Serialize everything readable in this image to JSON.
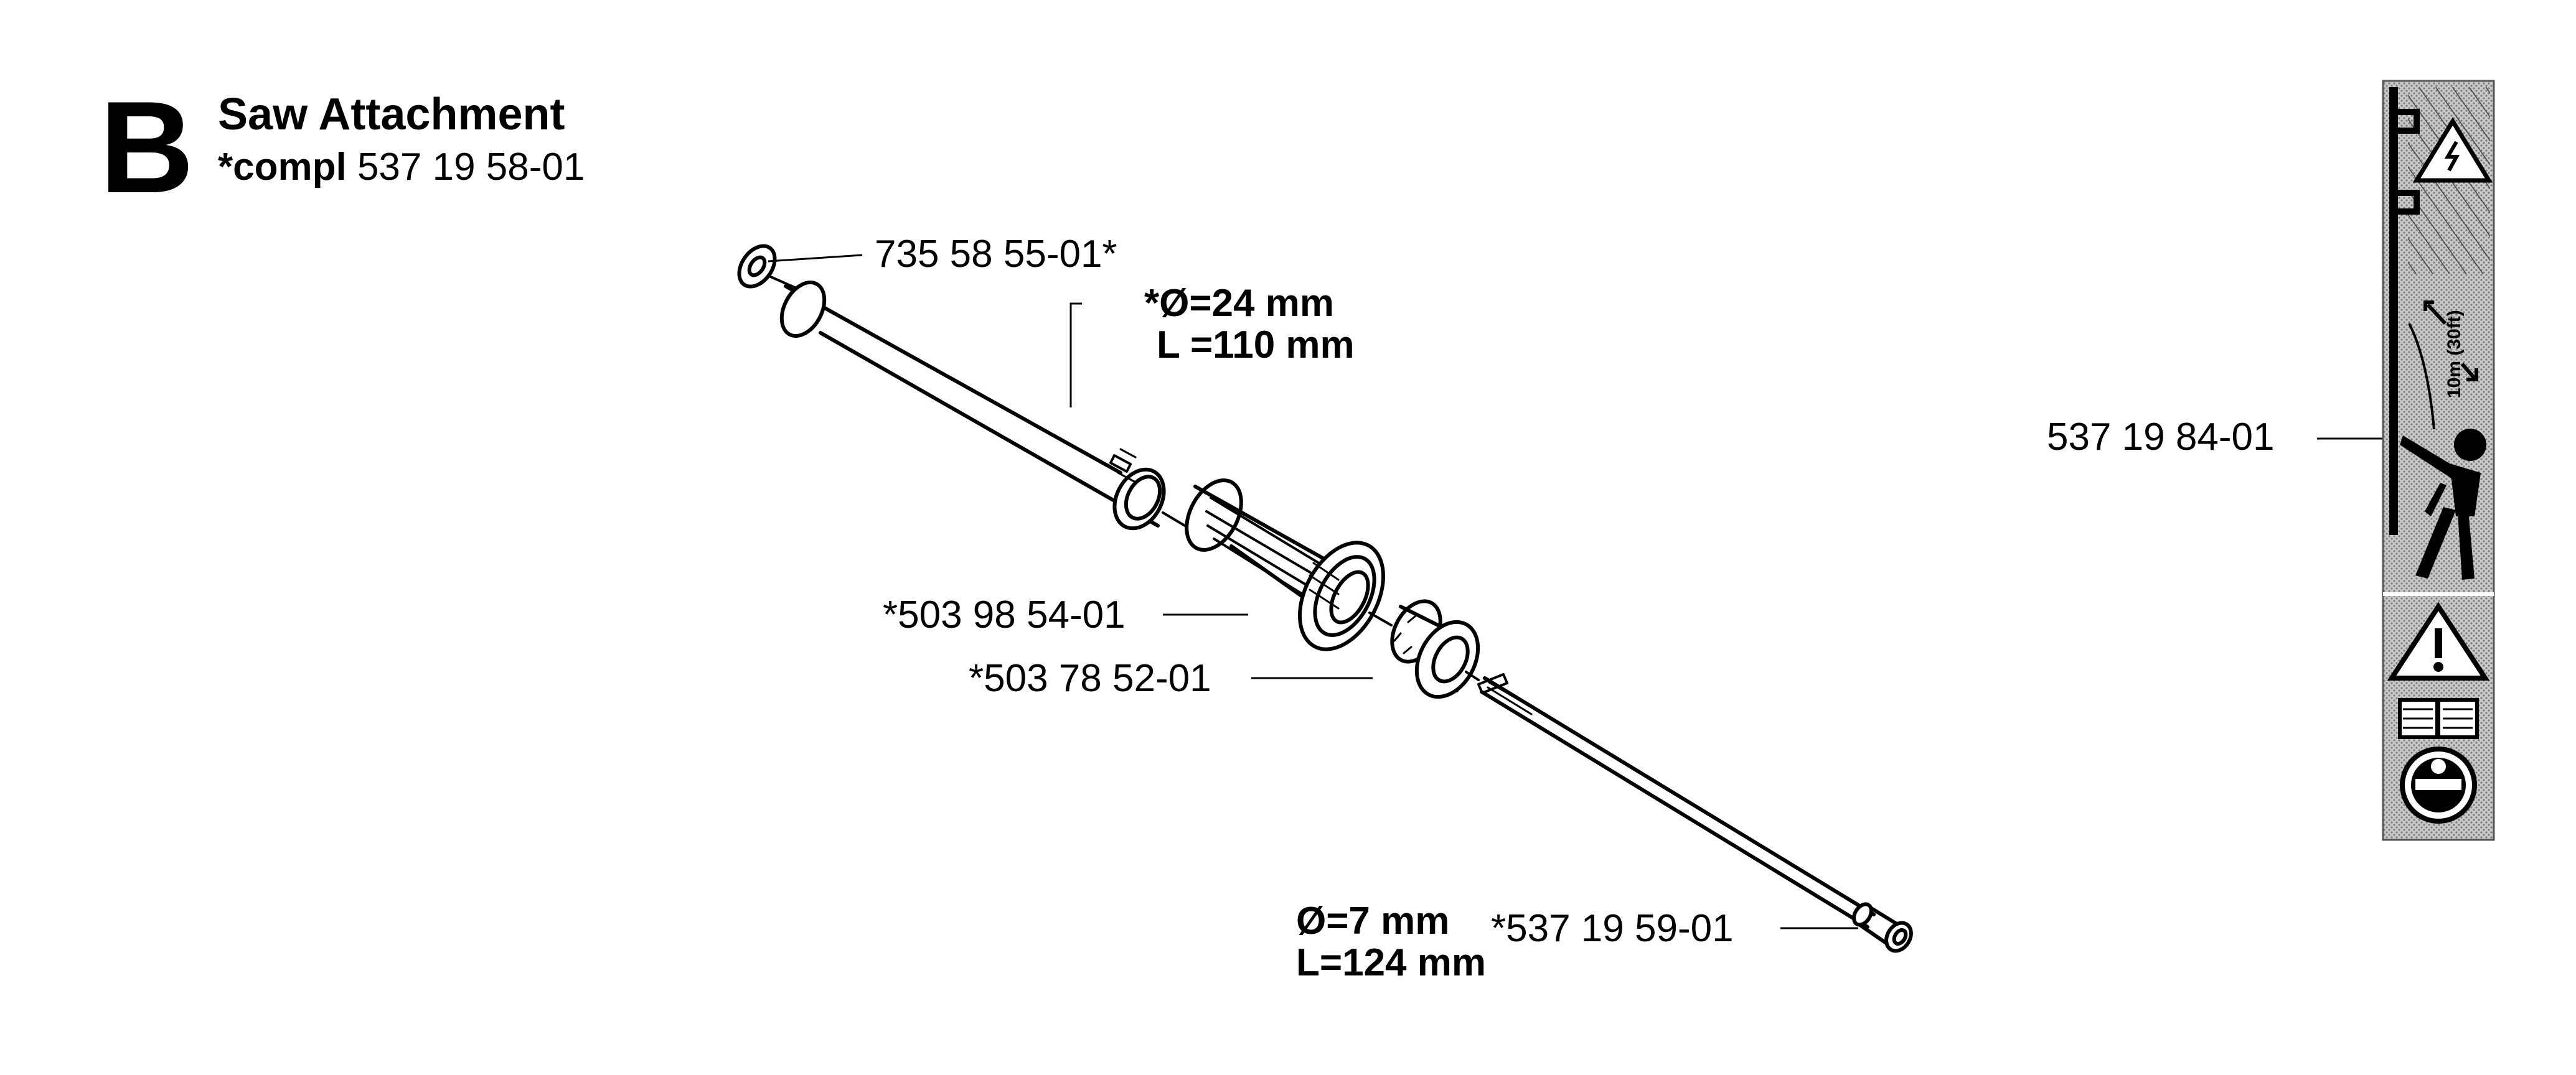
{
  "header": {
    "section_letter": "B",
    "title": "Saw Attachment",
    "subtitle_bold": "*compl",
    "subtitle_number": "537 19 58-01"
  },
  "parts": [
    {
      "number": "735 58 55-01*"
    },
    {
      "number": "*503 98 54-01"
    },
    {
      "number": "*503 78 52-01"
    },
    {
      "number": "*537 19 59-01"
    },
    {
      "number": "537 19 84-01"
    }
  ],
  "specs": {
    "tube_diameter": "*Ø=24 mm",
    "tube_length": "L =110 mm",
    "shaft_diameter": "Ø=7 mm",
    "shaft_length": "L=124 mm"
  },
  "decal": {
    "distance_label": "10m (30ft)"
  }
}
